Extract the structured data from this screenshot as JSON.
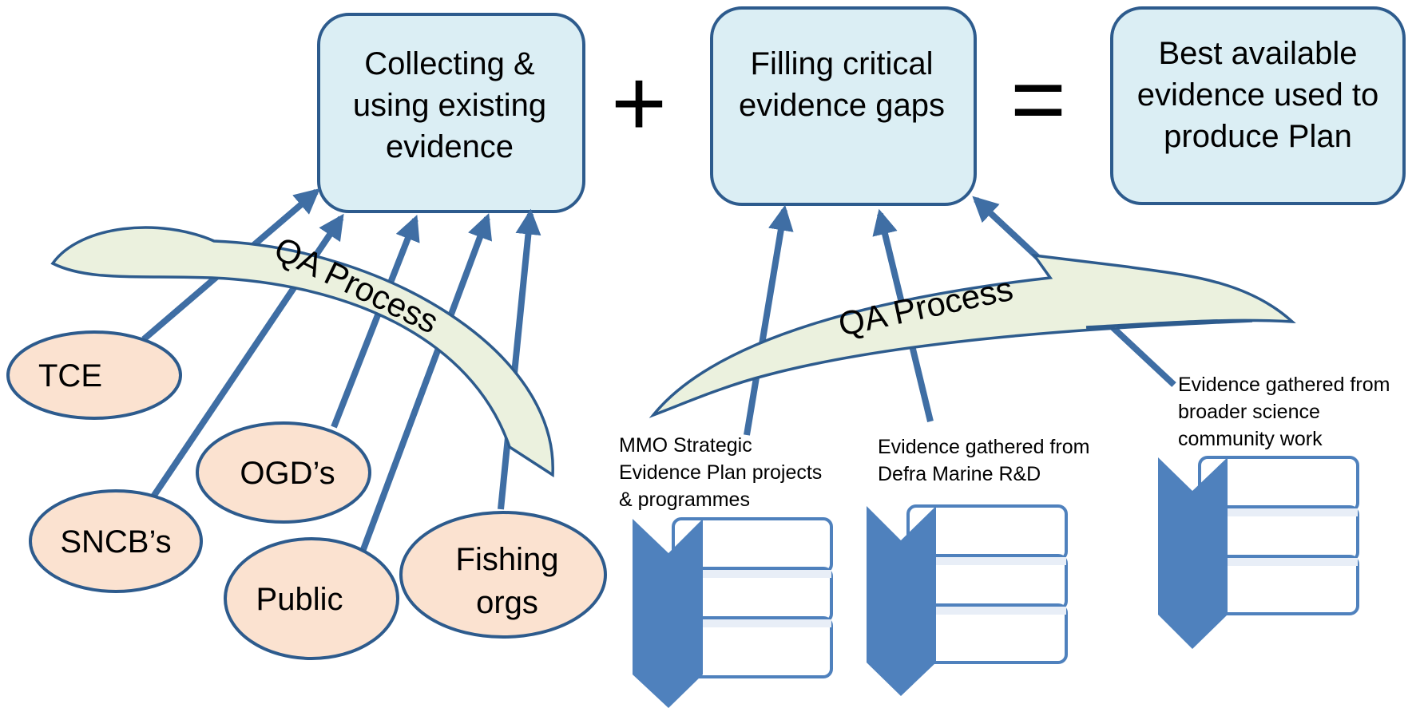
{
  "colors": {
    "box_fill": "#dbeef4",
    "box_stroke": "#2d5b8d",
    "node_fill": "#fbe2d0",
    "node_stroke": "#2d5b8d",
    "arrow": "#3f6ea4",
    "arrow_outline": "#2d5b8d",
    "qa_fill": "#ebf1de",
    "qa_stroke": "#2d5b8d",
    "chevron": "#4f81bd",
    "list_stroke": "#4f81bd"
  },
  "boxes": {
    "collecting": [
      "Collecting &",
      "using existing",
      "evidence"
    ],
    "filling": [
      "Filling critical",
      "evidence gaps"
    ],
    "best": [
      "Best available",
      "evidence used to",
      "produce Plan"
    ]
  },
  "operators": {
    "plus": "+",
    "equals": "="
  },
  "qa": {
    "left": "QA Process",
    "right": "QA Process"
  },
  "sources": {
    "tce": "TCE",
    "sncb": "SNCB’s",
    "ogd": "OGD’s",
    "public": "Public",
    "fishing": [
      "Fishing",
      "orgs"
    ]
  },
  "gap_sources": {
    "mmo": [
      "MMO Strategic",
      "Evidence Plan projects",
      "& programmes"
    ],
    "defra": [
      "Evidence gathered from",
      "Defra Marine R&D"
    ],
    "science": [
      "Evidence gathered from",
      "broader science",
      "community work"
    ]
  }
}
